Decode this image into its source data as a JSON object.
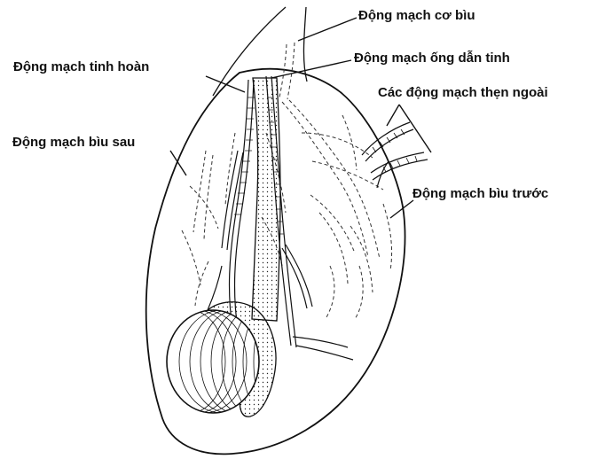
{
  "diagram": {
    "labels": {
      "cremasteric": "Động mạch cơ bìu",
      "testicular": "Động mạch tinh hoàn",
      "vas_deferens": "Động mạch ống dẫn tinh",
      "external_pudendal": "Các động mạch thẹn ngoài",
      "posterior_scrotal": "Động mạch bìu sau",
      "anterior_scrotal": "Động mạch bìu trước"
    },
    "colors": {
      "ink": "#111111",
      "background": "#ffffff",
      "fill": "#ffffff"
    }
  }
}
